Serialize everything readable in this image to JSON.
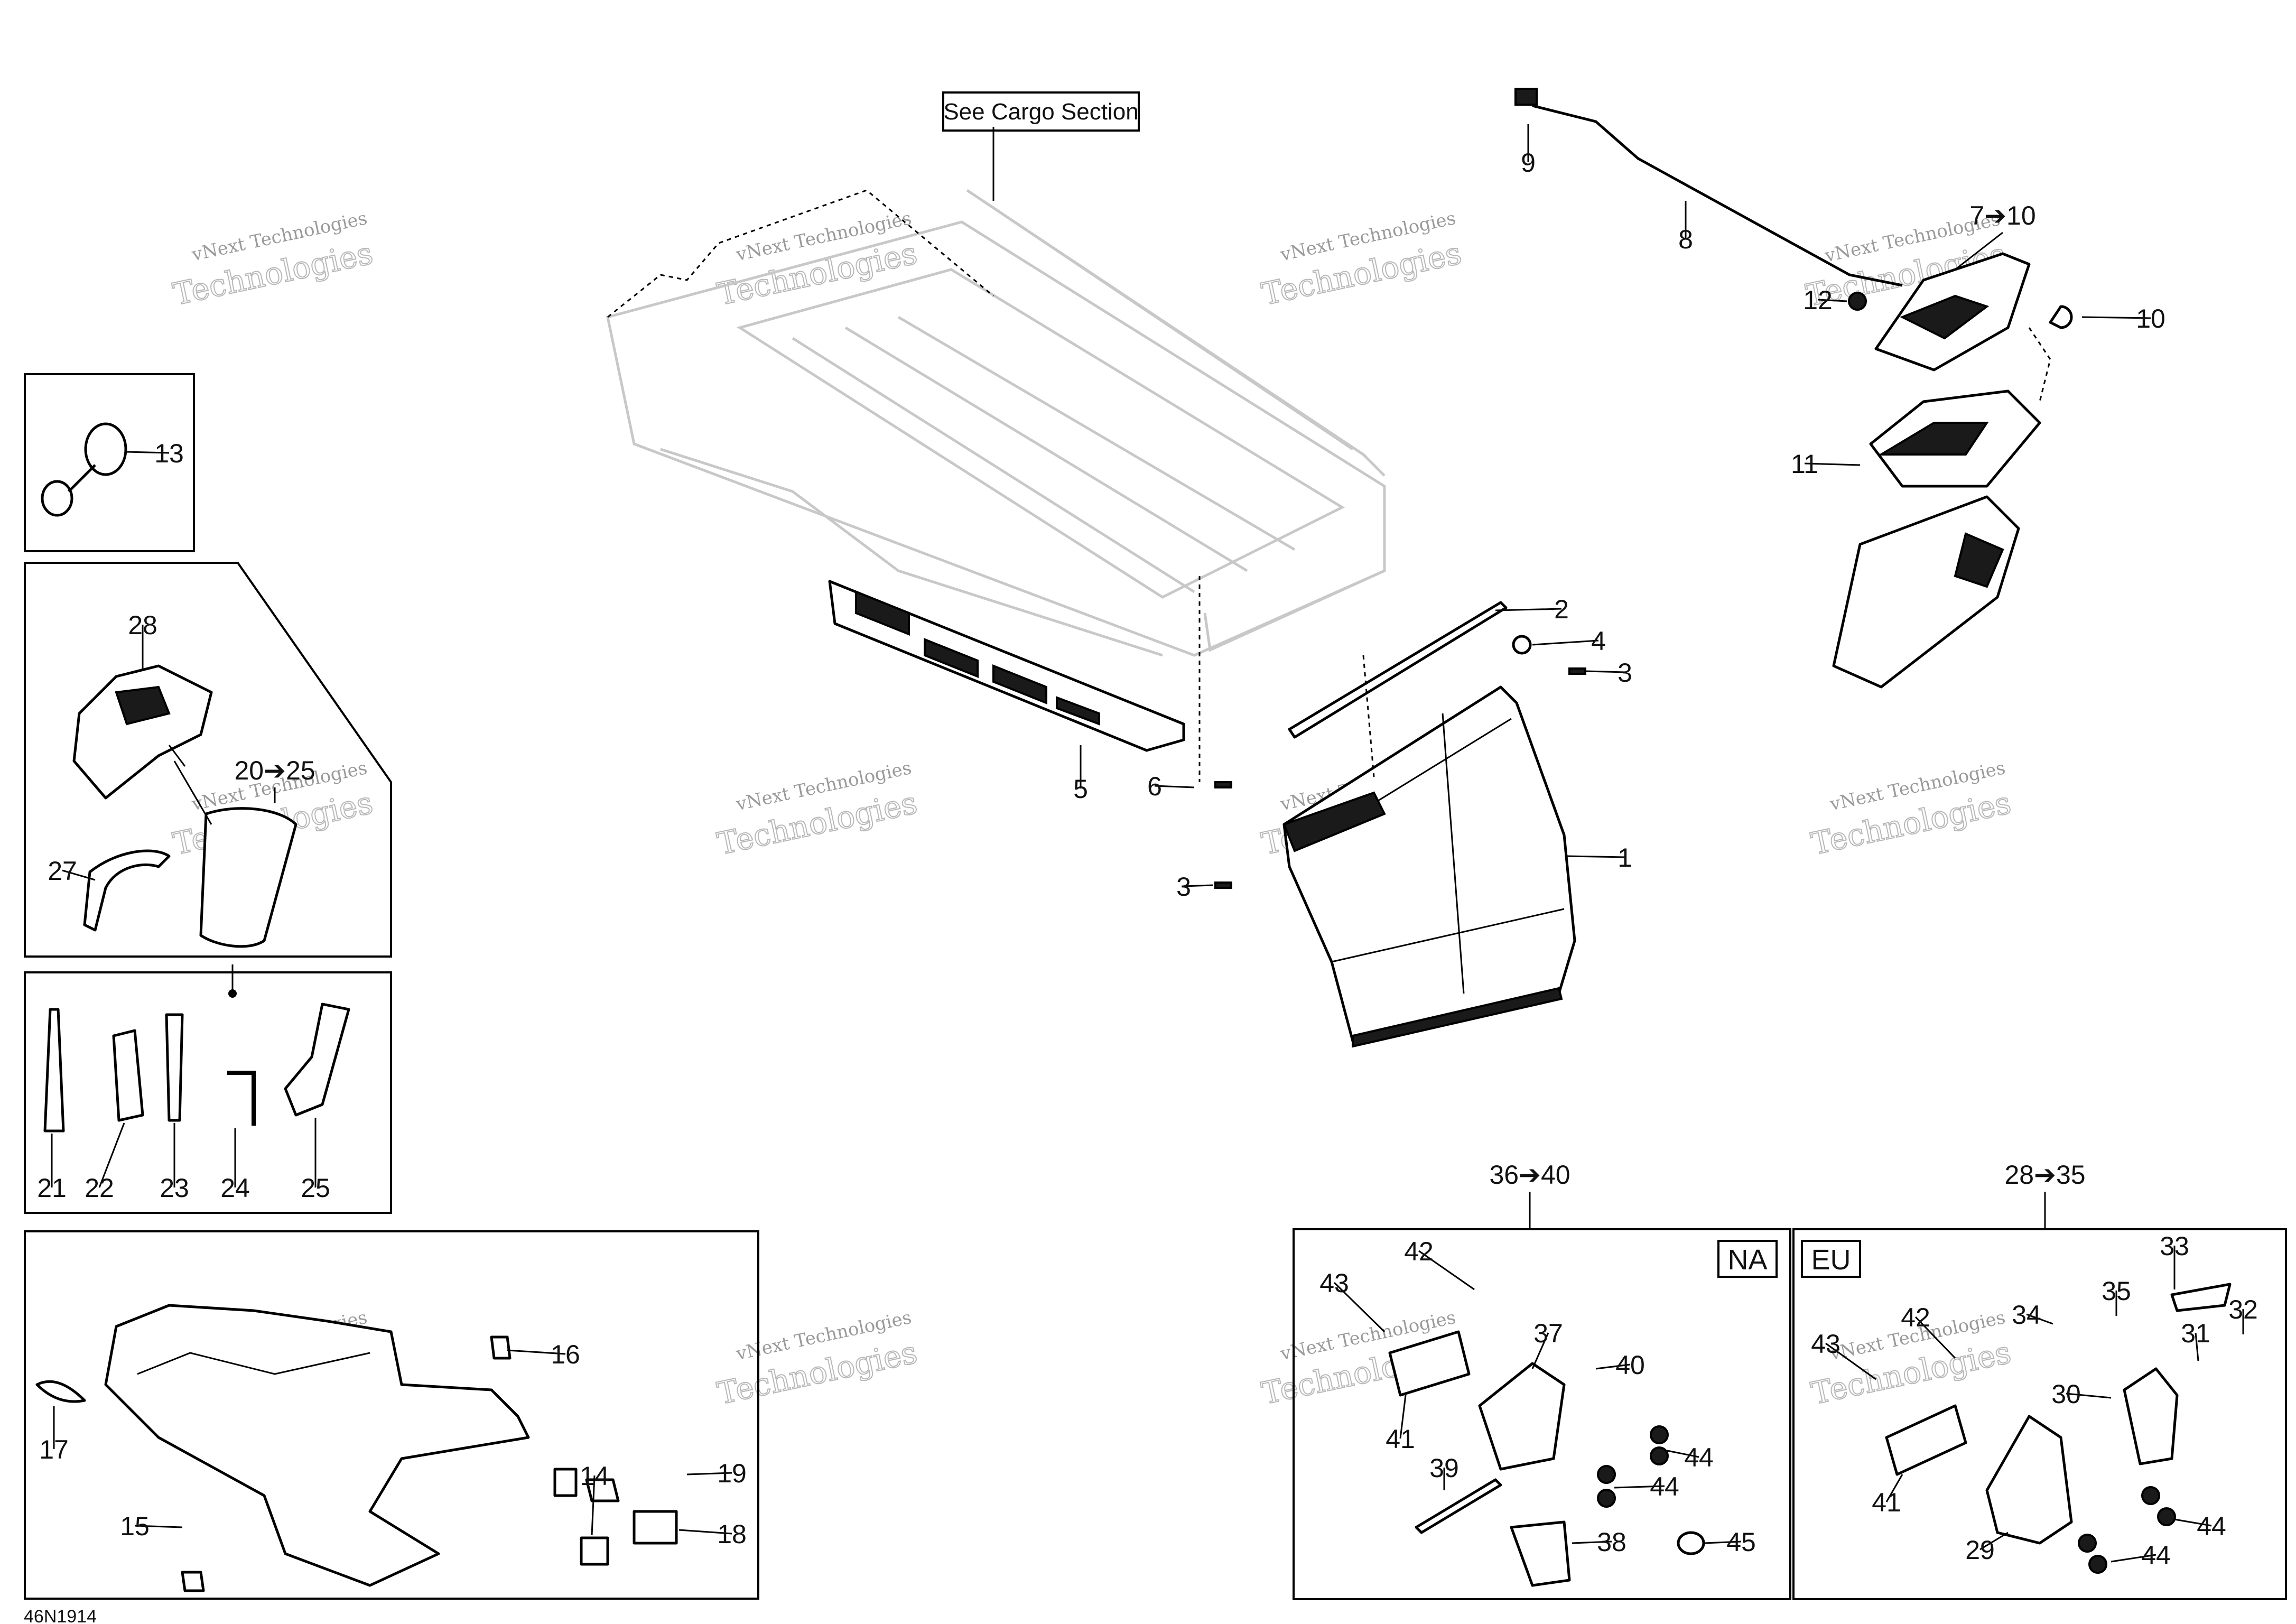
{
  "diagram": {
    "drawing_code": "46N1914",
    "note": "See Cargo Section",
    "watermark": {
      "line1": "vNext Technologies",
      "line2": "Technologies"
    },
    "region_labels": {
      "na": "NA",
      "eu": "EU"
    },
    "group_labels": {
      "g7_10": "7➔10",
      "g20_25": "20➔25",
      "g36_40": "36➔40",
      "g28_35": "28➔35"
    },
    "callouts": {
      "c1": "1",
      "c2": "2",
      "c3a": "3",
      "c3b": "3",
      "c4": "4",
      "c5": "5",
      "c6": "6",
      "c8": "8",
      "c9": "9",
      "c10": "10",
      "c11": "11",
      "c12": "12",
      "c13": "13",
      "c14": "14",
      "c15": "15",
      "c16": "16",
      "c17": "17",
      "c18": "18",
      "c19": "19",
      "c21": "21",
      "c22": "22",
      "c23": "23",
      "c24": "24",
      "c25": "25",
      "c27": "27",
      "c28": "28",
      "c29": "29",
      "c30": "30",
      "c31": "31",
      "c32": "32",
      "c33": "33",
      "c34": "34",
      "c35": "35",
      "c37": "37",
      "c38": "38",
      "c39": "39",
      "c40": "40",
      "c41a": "41",
      "c41b": "41",
      "c42a": "42",
      "c42b": "42",
      "c43a": "43",
      "c43b": "43",
      "c44a": "44",
      "c44b": "44",
      "c44c": "44",
      "c44d": "44",
      "c45": "45"
    }
  }
}
